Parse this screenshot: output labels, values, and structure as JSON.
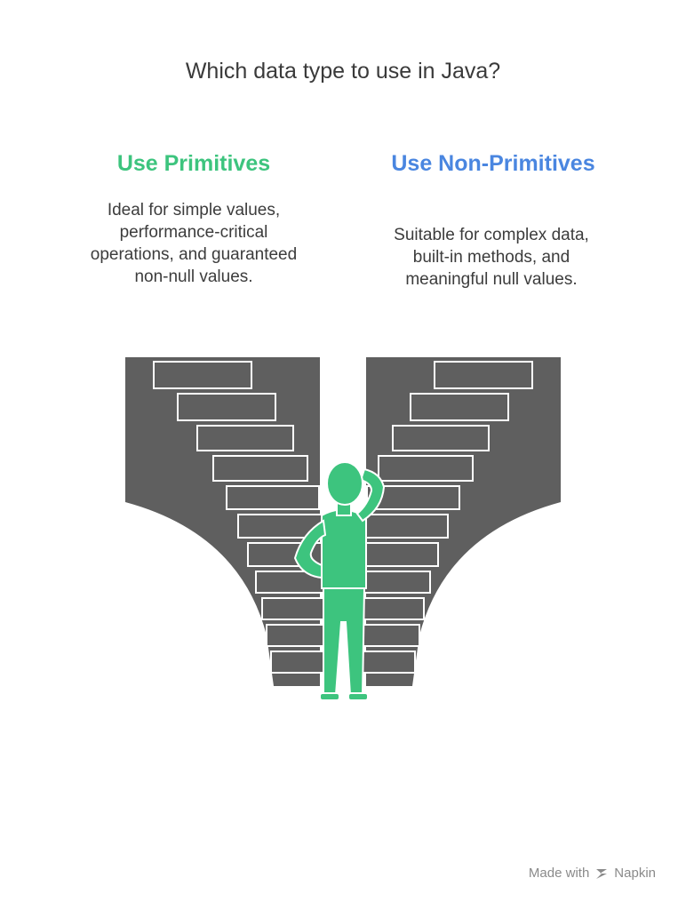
{
  "title": "Which data type to use in Java?",
  "options": {
    "left": {
      "heading": "Use Primitives",
      "description": "Ideal for simple values, performance-critical operations, and guaranteed non-null values."
    },
    "right": {
      "heading": "Use Non-Primitives",
      "description": "Suitable for complex data, built-in methods, and meaningful null values."
    }
  },
  "footer": {
    "made_with": "Made with",
    "brand": "Napkin"
  },
  "colors": {
    "left_accent": "#3dc47e",
    "right_accent": "#4a86e0",
    "stairs": "#5f5f5f",
    "person": "#3dc47e"
  },
  "icons": [
    "stairs-left-icon",
    "stairs-right-icon",
    "person-icon",
    "napkin-logo-icon"
  ]
}
